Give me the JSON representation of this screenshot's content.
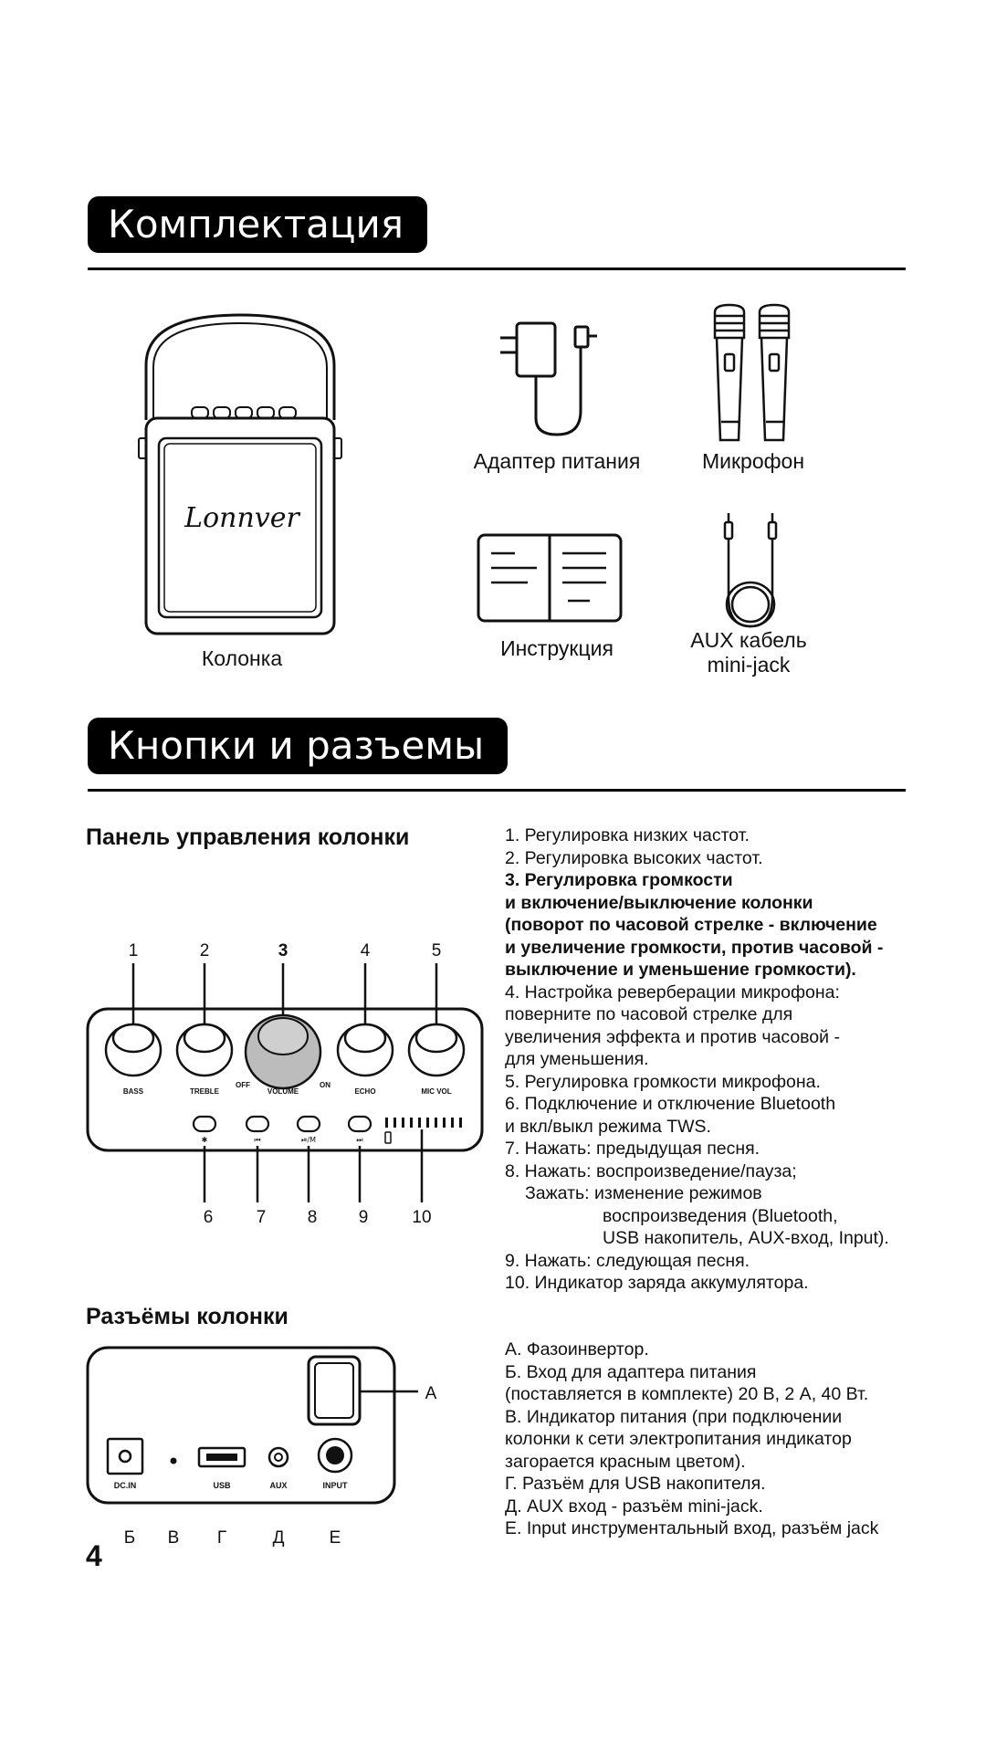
{
  "sections": {
    "kit_title": "Комплектация",
    "buttons_title": "Кнопки и разъемы"
  },
  "kit": {
    "speaker": "Колонка",
    "adapter": "Адаптер питания",
    "mic": "Микрофон",
    "manual": "Инструкция",
    "aux_line1": "AUX кабель",
    "aux_line2": "mini-jack"
  },
  "logo_text": "Lonnver",
  "panel": {
    "title": "Панель управления колонки",
    "knob_numbers": [
      "1",
      "2",
      "3",
      "4",
      "5"
    ],
    "knob_labels": [
      "BASS",
      "TREBLE",
      "VOLUME",
      "ECHO",
      "MIC VOL"
    ],
    "off_label": "OFF",
    "on_label": "ON",
    "button_numbers": [
      "6",
      "7",
      "8",
      "9",
      "10"
    ],
    "button_symbols": [
      "✱",
      "⏮",
      "⏯/M",
      "⏭"
    ],
    "items": [
      "1. Регулировка низких частот.",
      "2. Регулировка высоких частот.",
      "3. Регулировка громкости",
      "и включение/выключение колонки",
      "(поворот по часовой стрелке - включение",
      "и увеличение громкости, против часовой -",
      "выключение и уменьшение громкости).",
      "4. Настройка реверберации микрофона:",
      "поверните по часовой стрелке для",
      "увеличения эффекта и против часовой -",
      "для уменьшения.",
      "5. Регулировка громкости микрофона.",
      "6. Подключение и отключение Bluetooth",
      "и вкл/выкл режима TWS.",
      "7. Нажать: предыдущая песня.",
      "8. Нажать: воспроизведение/пауза;",
      "Зажать: изменение режимов",
      "воспроизведения (Bluetooth,",
      "USB накопитель, AUX-вход, Input).",
      "9. Нажать: следующая песня.",
      "10. Индикатор заряда аккумулятора."
    ]
  },
  "ports": {
    "title": "Разъёмы колонки",
    "port_labels": [
      "DC.IN",
      "USB",
      "AUX",
      "INPUT"
    ],
    "letters": [
      "Б",
      "В",
      "Г",
      "Д",
      "Е"
    ],
    "letter_a": "А",
    "items": [
      "А. Фазоинвертор.",
      "Б. Вход для адаптера питания",
      "(поставляется в комплекте) 20 В, 2 А, 40 Вт.",
      "В. Индикатор питания (при подключении",
      "колонки к сети электропитания индикатор",
      "загорается красным цветом).",
      "Г. Разъём для USB накопителя.",
      "Д. AUX вход - разъём mini-jack.",
      "Е. Input инструментальный вход, разъём jack"
    ]
  },
  "page_number": "4"
}
